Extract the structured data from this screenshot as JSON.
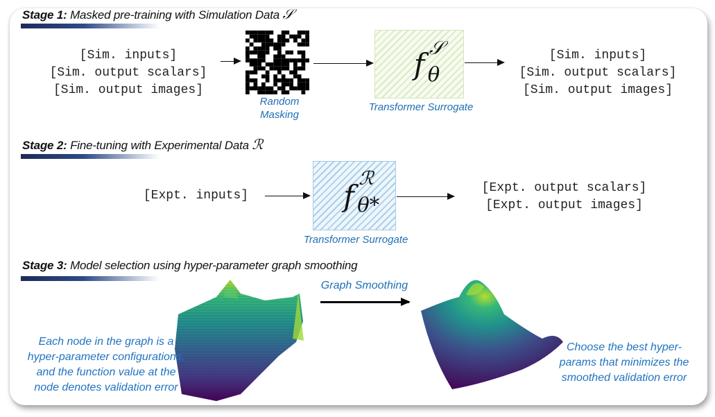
{
  "stage1": {
    "title_bold": "Stage 1:",
    "title_rest": "Masked pre-training with Simulation Data",
    "symbol": "𝒮",
    "inputs": [
      "[Sim. inputs]",
      "[Sim. output scalars]",
      "[Sim. output images]"
    ],
    "mask_label": [
      "Random",
      "Masking"
    ],
    "model_symbol": "f",
    "model_sup": "𝒮",
    "model_sub": "θ",
    "model_label": "Transformer Surrogate",
    "outputs": [
      "[Sim. inputs]",
      "[Sim. output scalars]",
      "[Sim. output images]"
    ]
  },
  "stage2": {
    "title_bold": "Stage 2:",
    "title_rest": "Fine-tuning with Experimental Data",
    "symbol": "ℛ",
    "inputs": [
      "[Expt. inputs]"
    ],
    "model_symbol": "f",
    "model_sup": "ℛ",
    "model_sub": "θ*",
    "model_label": "Transformer Surrogate",
    "outputs": [
      "[Expt. output scalars]",
      "[Expt. output images]"
    ]
  },
  "stage3": {
    "title_bold": "Stage 3:",
    "title_rest": "Model selection using hyper-parameter graph smoothing",
    "arrow_label": "Graph Smoothing",
    "left_note": [
      "Each node in the graph is a",
      "hyper-parameter configurations,",
      "and the function value at the",
      "node denotes validation error"
    ],
    "right_note": [
      "Choose the best hyper-",
      "params that minimizes the",
      "smoothed validation error"
    ]
  },
  "colors": {
    "accent_blue": "#1f6fb4",
    "bar_dark": "#1b2a5a",
    "stage1_box": "#d9ebc4",
    "stage2_box": "#a9cfe9"
  }
}
